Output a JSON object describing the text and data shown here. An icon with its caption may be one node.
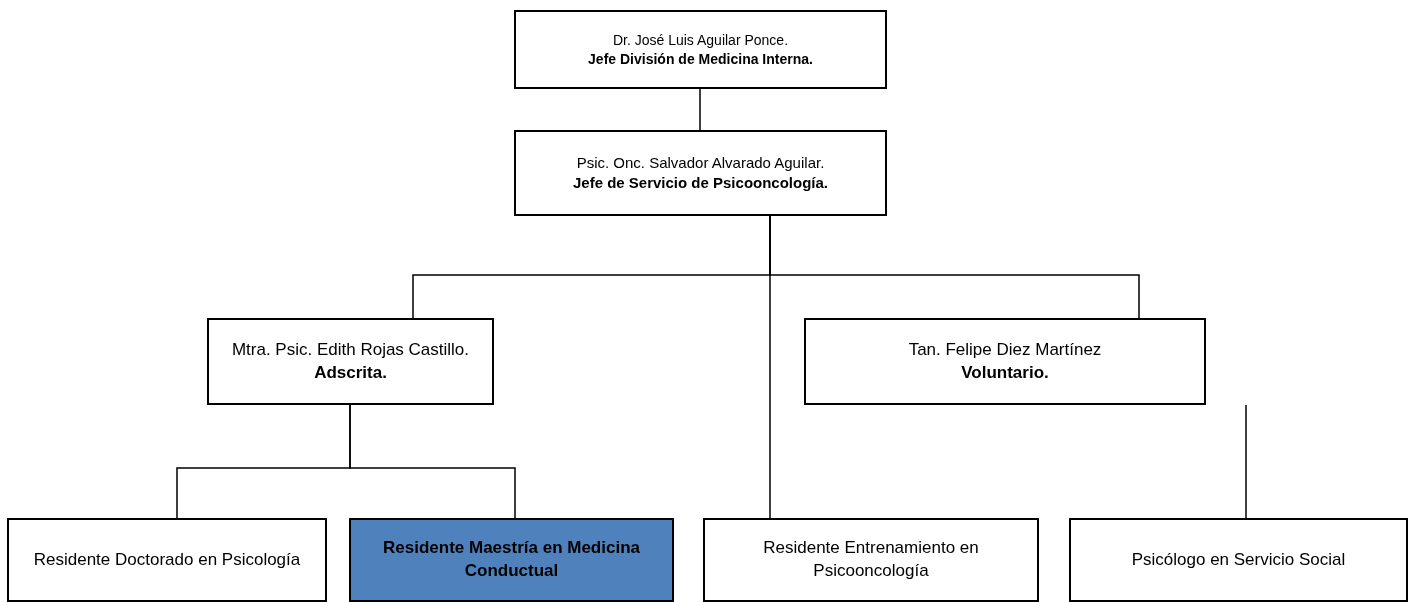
{
  "diagram": {
    "nodes": [
      {
        "text": [
          "Dr. José Luis Aguilar Ponce.",
          "Jefe División de Medicina Interna."
        ]
      },
      {
        "text": [
          "Psic. Onc. Salvador Alvarado Aguilar.",
          "Jefe de Servicio de Psicooncología."
        ]
      },
      {
        "text": [
          "Mtra. Psic. Edith Rojas Castillo.",
          "Adscrita."
        ]
      },
      {
        "text": [
          "Tan. Felipe Diez Martínez",
          "Voluntario."
        ]
      },
      {
        "text": [
          "Residente Doctorado en Psicología"
        ]
      },
      {
        "text": [
          "Residente Maestría en Medicina Conductual"
        ]
      },
      {
        "text": [
          "Residente Entrenamiento en Psicooncología"
        ]
      },
      {
        "text": [
          "Psicólogo en Servicio Social"
        ]
      }
    ],
    "edges": [
      {
        "from": 0,
        "to": 1,
        "arrow": "none"
      },
      {
        "from": 1,
        "to": 2,
        "arrow": "none"
      },
      {
        "from": 1,
        "to": 3,
        "arrow": "none"
      },
      {
        "from": 1,
        "to": 6,
        "arrow": "none"
      },
      {
        "from": 2,
        "to": 4,
        "arrow": "none"
      },
      {
        "from": 2,
        "to": 5,
        "arrow": "none"
      },
      {
        "from": 3,
        "to": 7,
        "arrow": "none"
      }
    ]
  }
}
